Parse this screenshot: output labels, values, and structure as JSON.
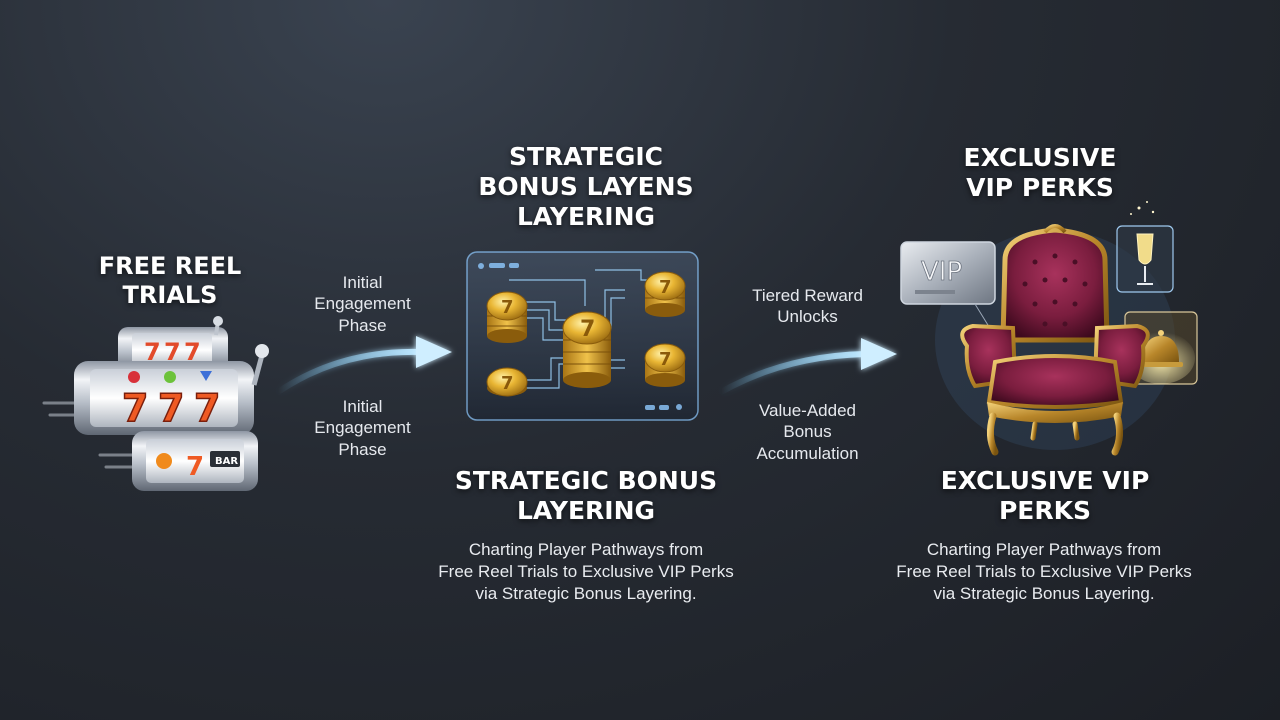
{
  "stage1": {
    "title": "FREE REEL\nTRIALS",
    "reel_symbols": [
      "7",
      "7",
      "7"
    ],
    "small_reel_label": "BAR"
  },
  "connector1": {
    "label_top": "Initial\nEngagement\nPhase",
    "label_bottom": "Initial\nEngagement\nPhase"
  },
  "stage2": {
    "title_top": "STRATEGIC\nBONUS LAYENS\nLAYERING",
    "coin_symbol": "7",
    "title_bottom": "STRATEGIC BONUS\nLAYERING",
    "caption": "Charting Player Pathways from\nFree Reel Trials to Exclusive VIP Perks\nvia Strategic Bonus Layering."
  },
  "connector2": {
    "label_top": "Tiered Reward\nUnlocks",
    "label_bottom": "Value-Added\nBonus\nAccumulation"
  },
  "stage3": {
    "title_top": "EXCLUSIVE\nVIP PERKS",
    "vip_card_label": "VIP",
    "title_bottom": "EXCLUSIVE VIP\nPERKS",
    "caption": "Charting Player Pathways from\nFree Reel Trials to Exclusive VIP Perks\nvia Strategic Bonus Layering."
  },
  "colors": {
    "arrow_glow": "#7fd0ff",
    "gold": "#e0a92a",
    "velvet": "#7a1d3e",
    "panel_border": "#8fc9ff"
  }
}
